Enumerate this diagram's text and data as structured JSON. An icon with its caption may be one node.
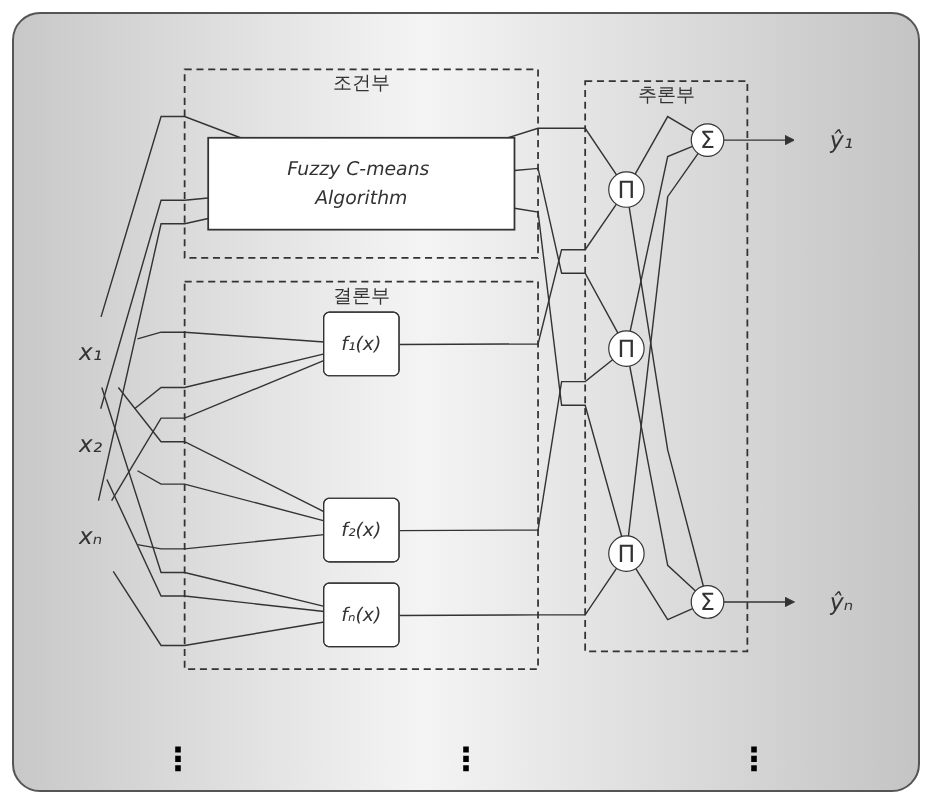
{
  "diagram": {
    "nodes": [
      {
        "text": [
          "조건부"
        ]
      },
      {
        "text": [
          "Fuzzy C-means Algorithm"
        ],
        "in": 0
      },
      {
        "text": [
          "결론부"
        ]
      },
      {
        "text": [
          "f₁(x)"
        ],
        "in": 2
      },
      {
        "text": [
          "f₂(x)"
        ],
        "in": 2
      },
      {
        "text": [
          "fₙ(x)"
        ],
        "in": 2
      },
      {
        "text": [
          "추론부"
        ]
      },
      {
        "text": [
          "Π"
        ],
        "in": 6
      },
      {
        "text": [
          "Π"
        ],
        "in": 6
      },
      {
        "text": [
          "Π"
        ],
        "in": 6
      },
      {
        "text": [
          "Σ"
        ],
        "in": 6
      },
      {
        "text": [
          "Σ"
        ],
        "in": 6
      },
      {
        "text": [
          "x₁"
        ]
      },
      {
        "text": [
          "x₂"
        ]
      },
      {
        "text": [
          "xₙ"
        ]
      },
      {
        "text": [
          "ŷ₁"
        ]
      },
      {
        "text": [
          "ŷₙ"
        ]
      }
    ],
    "edges": [
      {
        "from": 12,
        "to": 1,
        "arrow": "none"
      },
      {
        "from": 13,
        "to": 1,
        "arrow": "none"
      },
      {
        "from": 14,
        "to": 1,
        "arrow": "none"
      },
      {
        "from": 12,
        "to": 3,
        "arrow": "none"
      },
      {
        "from": 13,
        "to": 3,
        "arrow": "none"
      },
      {
        "from": 14,
        "to": 3,
        "arrow": "none"
      },
      {
        "from": 12,
        "to": 4,
        "arrow": "none"
      },
      {
        "from": 13,
        "to": 4,
        "arrow": "none"
      },
      {
        "from": 14,
        "to": 4,
        "arrow": "none"
      },
      {
        "from": 12,
        "to": 5,
        "arrow": "none"
      },
      {
        "from": 13,
        "to": 5,
        "arrow": "none"
      },
      {
        "from": 14,
        "to": 5,
        "arrow": "none"
      },
      {
        "from": 1,
        "to": 7,
        "arrow": "none"
      },
      {
        "from": 1,
        "to": 8,
        "arrow": "none"
      },
      {
        "from": 1,
        "to": 9,
        "arrow": "none"
      },
      {
        "from": 3,
        "to": 7,
        "arrow": "none"
      },
      {
        "from": 4,
        "to": 8,
        "arrow": "none"
      },
      {
        "from": 5,
        "to": 9,
        "arrow": "none"
      },
      {
        "from": 7,
        "to": 10,
        "arrow": "none"
      },
      {
        "from": 7,
        "to": 11,
        "arrow": "none"
      },
      {
        "from": 8,
        "to": 10,
        "arrow": "none"
      },
      {
        "from": 8,
        "to": 11,
        "arrow": "none"
      },
      {
        "from": 9,
        "to": 10,
        "arrow": "none"
      },
      {
        "from": 9,
        "to": 11,
        "arrow": "none"
      },
      {
        "from": 10,
        "to": 15,
        "arrow": "to"
      },
      {
        "from": 11,
        "to": 16,
        "arrow": "to"
      }
    ],
    "labels": [
      "⋮",
      "⋮",
      "⋮"
    ]
  }
}
